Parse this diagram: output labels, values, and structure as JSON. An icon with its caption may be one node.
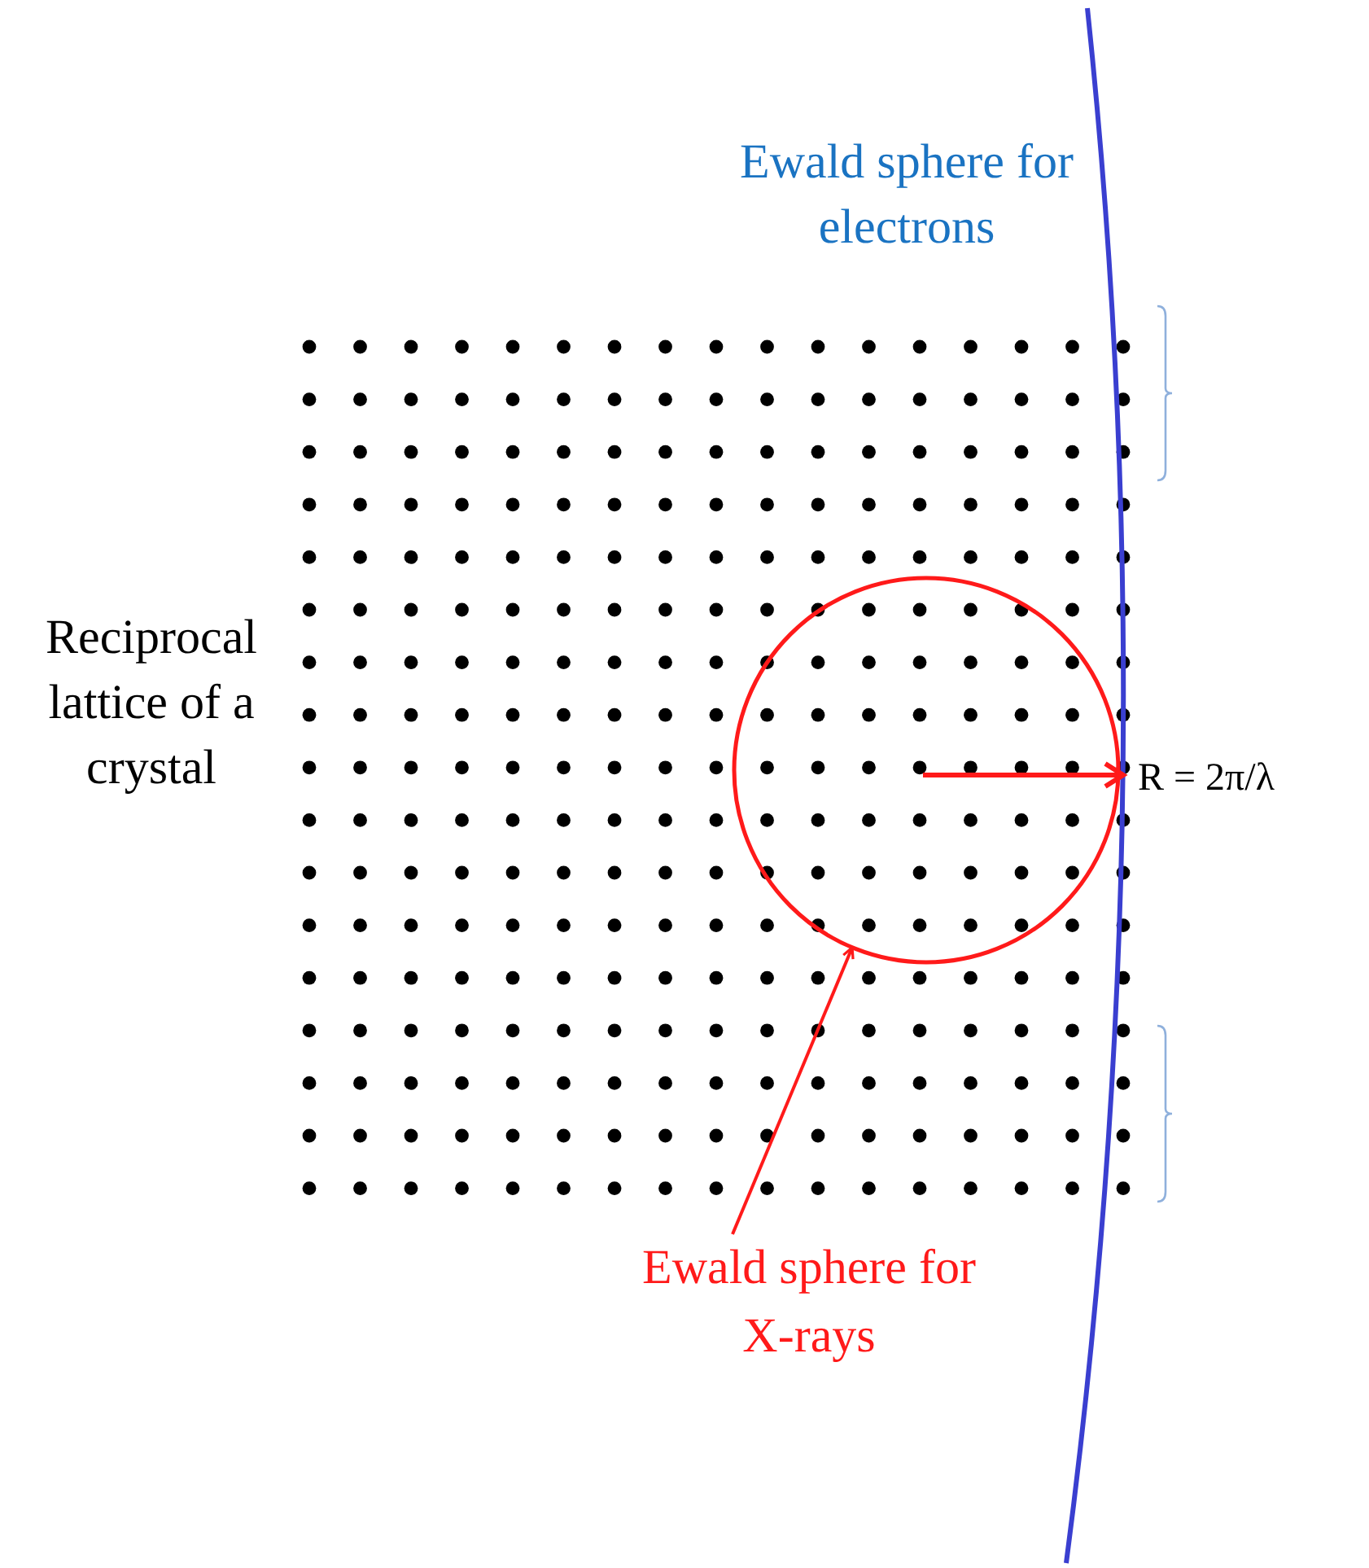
{
  "diagram": {
    "nodes": [
      {
        "text": [],
        "shape": "circle"
      },
      {
        "text": [
          "Ewald sphere for X-rays"
        ]
      }
    ],
    "edges": [
      {
        "from": 1,
        "to": 0,
        "arrow": "to"
      }
    ],
    "labels": [
      "Ewald sphere for electrons",
      "Reciprocal lattice of a crystal",
      "R = 2π/λ"
    ]
  }
}
